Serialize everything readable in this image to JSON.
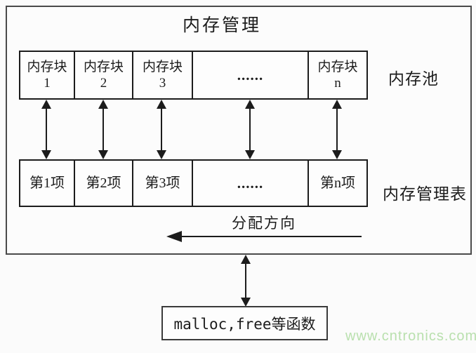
{
  "title": "内存管理",
  "pool": {
    "label": "内存池",
    "cells": [
      {
        "title": "内存块",
        "sub": "1"
      },
      {
        "title": "内存块",
        "sub": "2"
      },
      {
        "title": "内存块",
        "sub": "3"
      },
      {
        "dots": "......"
      },
      {
        "title": "内存块",
        "sub": "n"
      }
    ]
  },
  "table": {
    "label": "内存管理表",
    "cells": [
      "第1项",
      "第2项",
      "第3项",
      "......",
      "第n项"
    ]
  },
  "allocation": {
    "label": "分配方向",
    "direction": "left"
  },
  "functions_box": {
    "label": "malloc,free等函数"
  },
  "watermark": {
    "text": "www.cntronics.com",
    "color": "#b9e0ae"
  },
  "colors": {
    "line": "#1c1c1c",
    "frame_border": "#4a4a4a",
    "background": "#fbfbfb"
  }
}
